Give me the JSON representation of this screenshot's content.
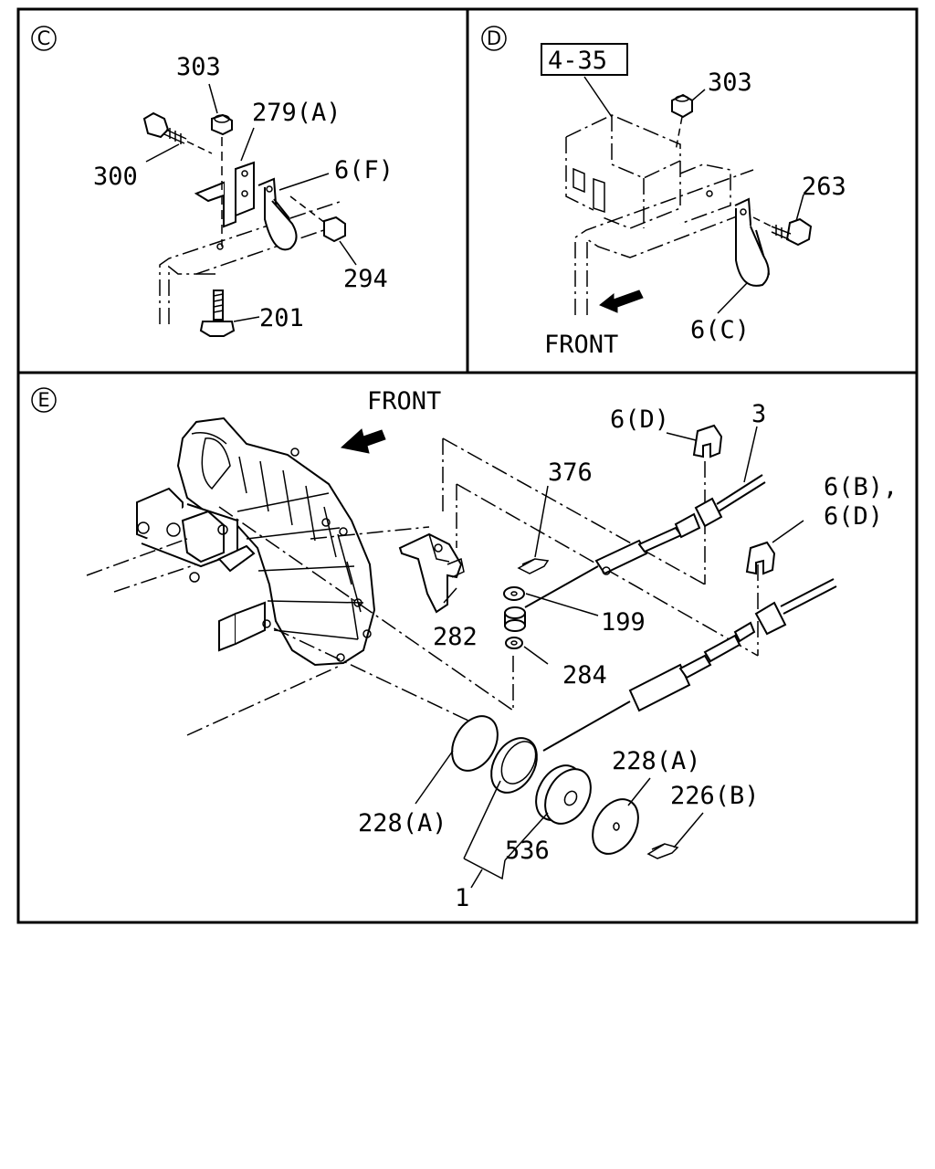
{
  "panels": {
    "c": {
      "letter": "C",
      "labels": {
        "p303": "303",
        "p279a": "279(A)",
        "p300": "300",
        "p6f": "6(F)",
        "p294": "294",
        "p201": "201"
      }
    },
    "d": {
      "letter": "D",
      "ref_box": "4-35",
      "labels": {
        "p303": "303",
        "p263": "263",
        "p6c": "6(C)"
      },
      "front": "FRONT"
    },
    "e": {
      "letter": "E",
      "front": "FRONT",
      "labels": {
        "p6d": "6(D)",
        "p3": "3",
        "p376": "376",
        "p6b": "6(B),",
        "p6d2": "6(D)",
        "p199": "199",
        "p282": "282",
        "p284": "284",
        "p228a_right": "228(A)",
        "p226b": "226(B)",
        "p228a_left": "228(A)",
        "p536": "536",
        "p1": "1"
      }
    }
  },
  "icons": [
    "circle-letter-icon",
    "front-arrow-icon"
  ]
}
